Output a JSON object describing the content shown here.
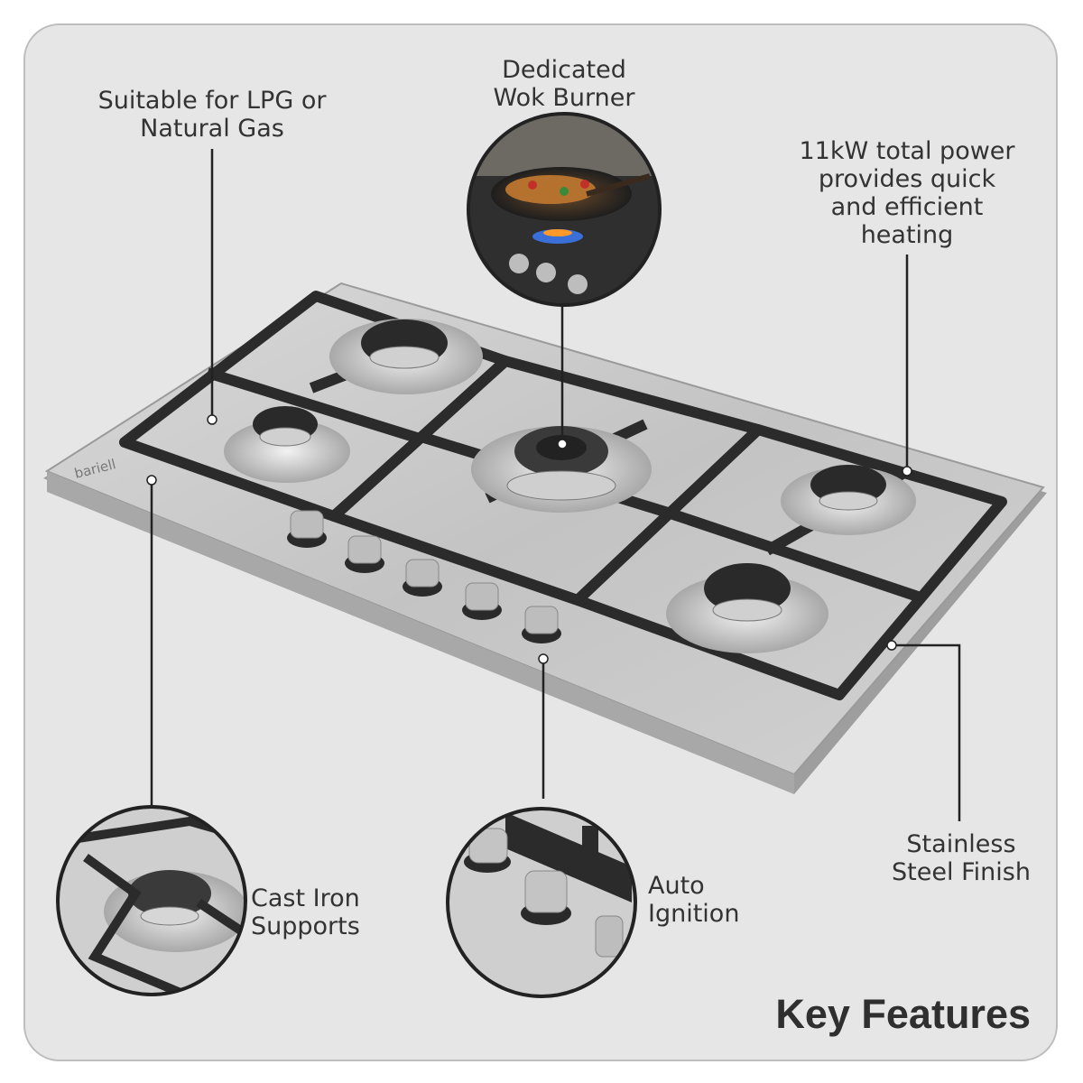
{
  "features": {
    "fuel": "Suitable for LPG or\nNatural Gas",
    "wok": "Dedicated\nWok Burner",
    "power": "11kW total power\nprovides quick\nand efficient\nheating",
    "steel": "Stainless\nSteel Finish",
    "cast_iron": "Cast Iron\nSupports",
    "ignition": "Auto\nIgnition"
  },
  "title": "Key Features",
  "brand": "bariell",
  "colors": {
    "card": "#e6e6e6",
    "steel": "#c9c9c9",
    "grate": "#2b2b2b",
    "line": "#222222",
    "text": "#333333"
  }
}
